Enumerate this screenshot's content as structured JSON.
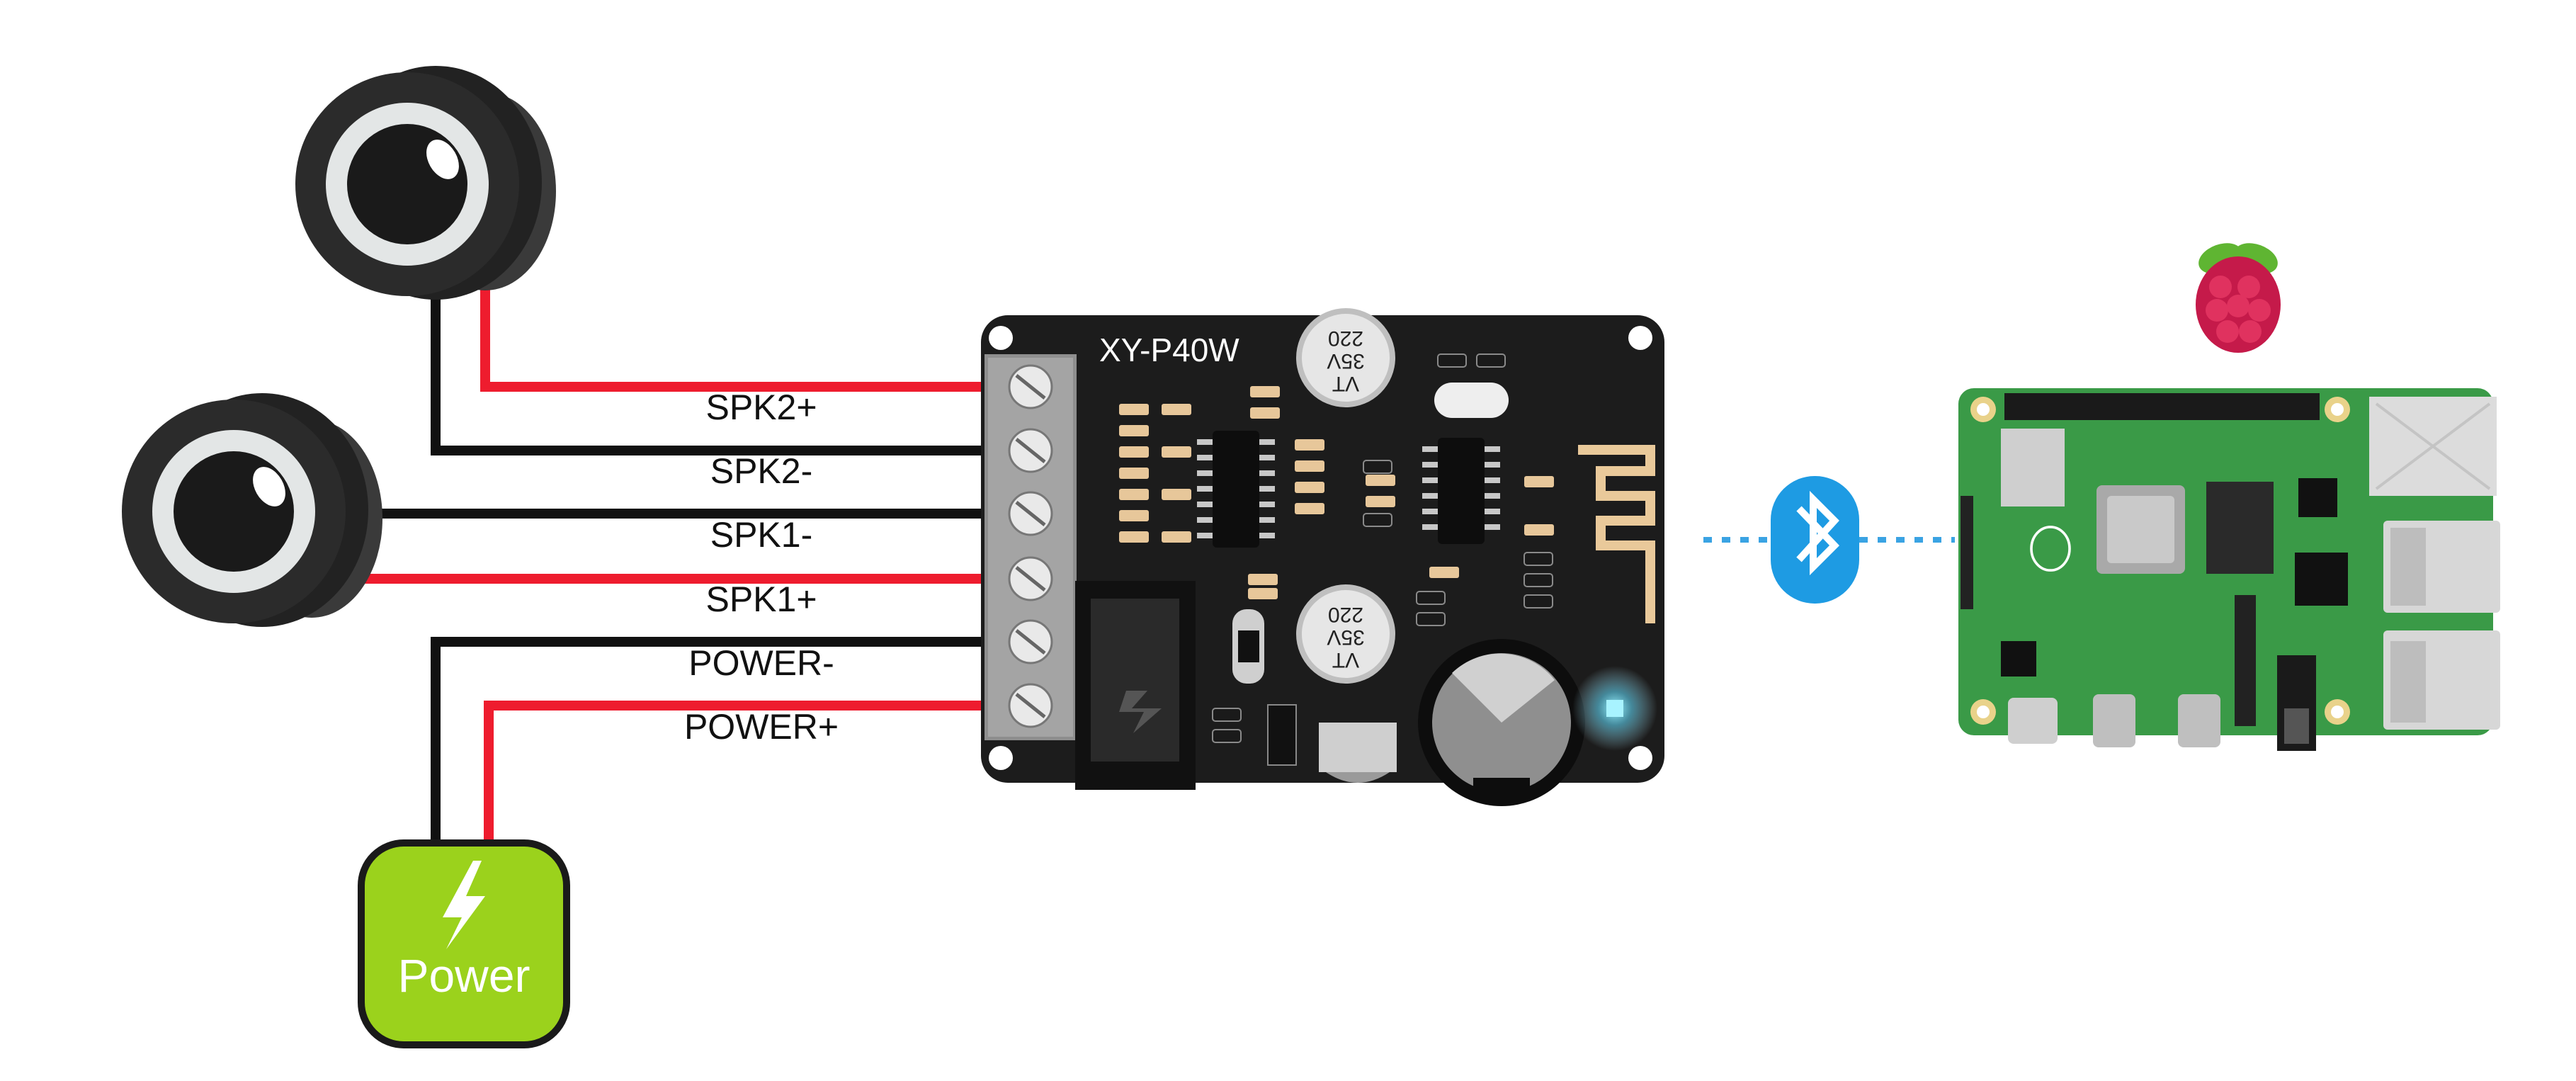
{
  "board": {
    "model": "XY-P40W"
  },
  "capacitors": {
    "line1": "220",
    "line2": "35V",
    "line3": "VT"
  },
  "terminals": [
    {
      "label": "SPK2+",
      "polarity": "positive"
    },
    {
      "label": "SPK2-",
      "polarity": "negative"
    },
    {
      "label": "SPK1-",
      "polarity": "negative"
    },
    {
      "label": "SPK1+",
      "polarity": "positive"
    },
    {
      "label": "POWER-",
      "polarity": "negative"
    },
    {
      "label": "POWER+",
      "polarity": "positive"
    }
  ],
  "power_source": {
    "label": "Power",
    "icon": "lightning-bolt-icon",
    "color": "#9bd21c"
  },
  "wireless": {
    "icon": "bluetooth-icon",
    "color": "#1e9be3"
  },
  "target_device": {
    "icon": "raspberry-pi-logo-icon"
  },
  "colors": {
    "wire_positive": "#ee1c2e",
    "wire_negative": "#111111",
    "board": "#1c1c1c",
    "pi_board": "#3a9a47",
    "dotted_link": "#3aa3e3"
  }
}
